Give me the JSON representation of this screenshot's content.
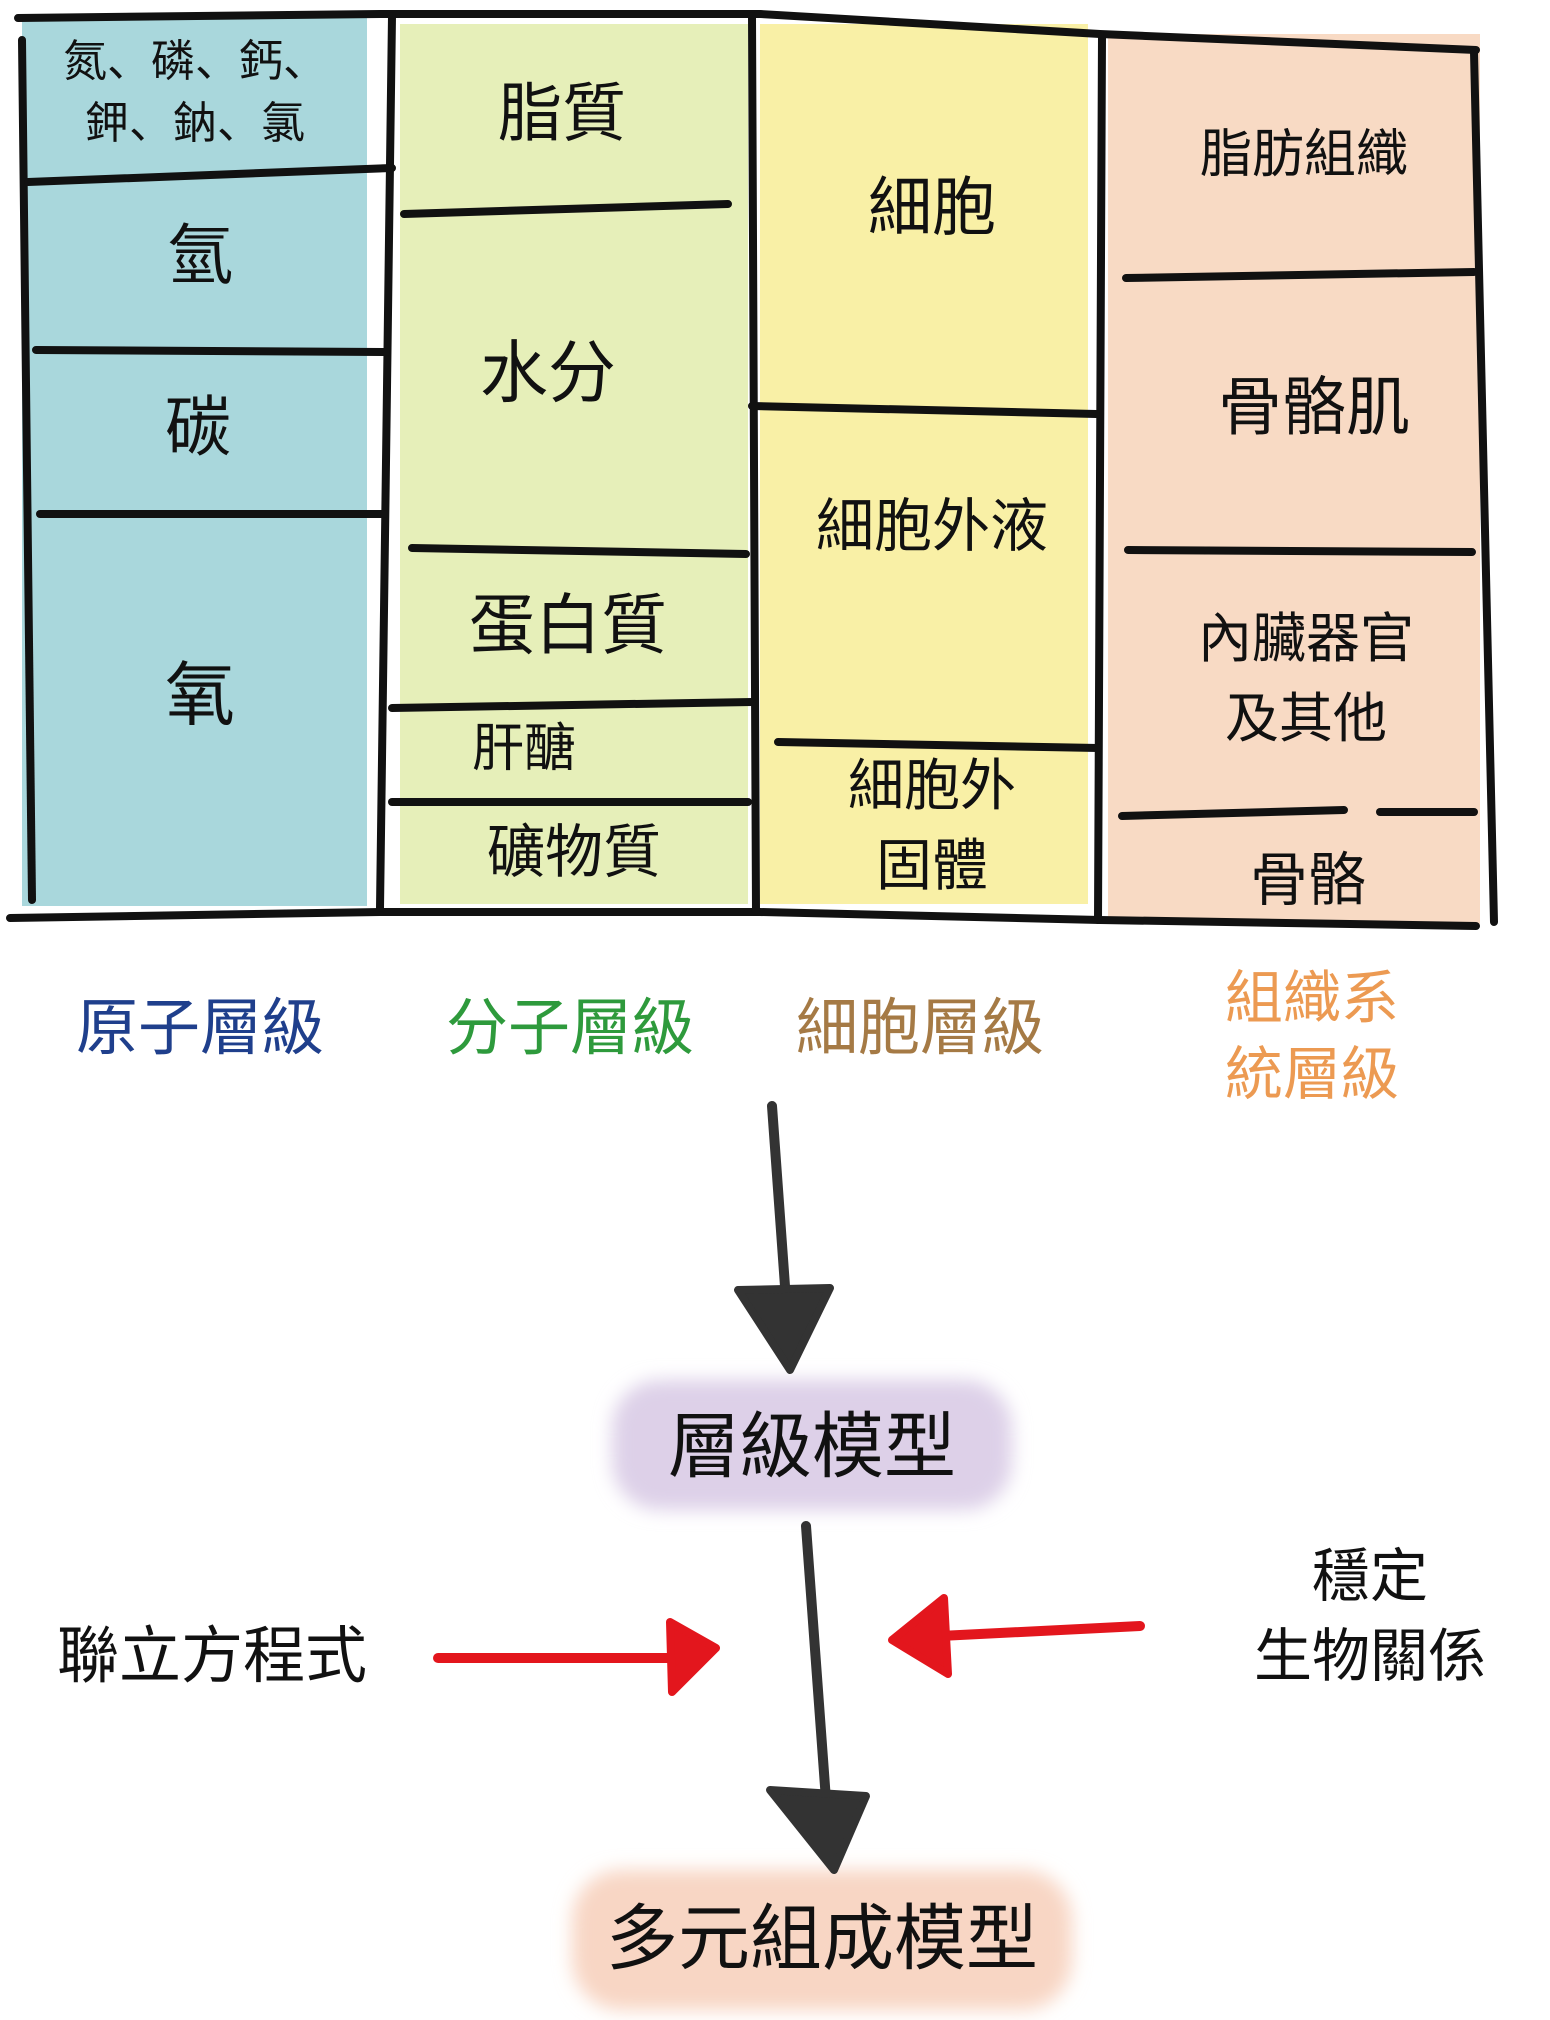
{
  "columns": [
    {
      "key": "atomic",
      "color": "#a9d7dc",
      "label": "原子層級",
      "label_color": "#1f3f8c",
      "cells": [
        "氮、磷、鈣、鉀、鈉、氯",
        "氫",
        "碳",
        "氧"
      ]
    },
    {
      "key": "molecular",
      "color": "#e6efb9",
      "label": "分子層級",
      "label_color": "#2e9a3c",
      "cells": [
        "脂質",
        "水分",
        "蛋白質",
        "肝醣",
        "礦物質"
      ]
    },
    {
      "key": "cellular",
      "color": "#f9f0a6",
      "label": "細胞層級",
      "label_color": "#a57a45",
      "cells": [
        "細胞",
        "細胞外液",
        "細胞外固體"
      ]
    },
    {
      "key": "tissue",
      "color": "#f8dac4",
      "label": "組織系統層級",
      "label_color": "#ec9a52",
      "cells": [
        "脂肪組織",
        "骨骼肌",
        "內臟器官及其他",
        "骨骼"
      ]
    }
  ],
  "flow": {
    "level_model": "層級模型",
    "level_model_color": "#ddd0e8",
    "multi_model": "多元組成模型",
    "multi_model_color": "#f8d6c4",
    "left_input": "聯立方程式",
    "right_input": "穩定生物關係",
    "arrow_color": "#333333",
    "red_arrow_color": "#e3161d"
  }
}
